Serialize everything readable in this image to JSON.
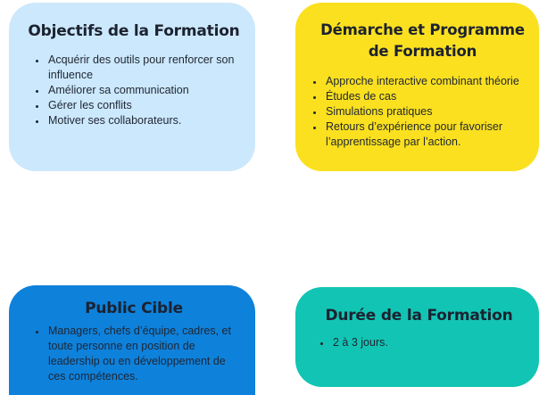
{
  "cards": {
    "objectifs": {
      "title": "Objectifs de la Formation",
      "items": [
        "Acquérir des outils pour renforcer son influence",
        "Améliorer sa communication",
        "Gérer les conflits",
        "Motiver ses collaborateurs."
      ],
      "color": "#cce8fc"
    },
    "demarche": {
      "title": "Démarche et Programme de Formation",
      "items": [
        "Approche interactive combinant théorie",
        "Études de cas",
        "Simulations pratiques",
        "Retours d’expérience pour favoriser l’apprentissage par l’action."
      ],
      "color": "#fbe01f"
    },
    "public": {
      "title": "Public Cible",
      "items": [
        "Managers, chefs d’équipe, cadres, et toute personne en position de leadership ou en développement de ces compétences."
      ],
      "color": "#0e81db"
    },
    "duree": {
      "title": "Durée de la Formation",
      "items": [
        "2 à 3 jours."
      ],
      "color": "#12c4b4"
    }
  }
}
